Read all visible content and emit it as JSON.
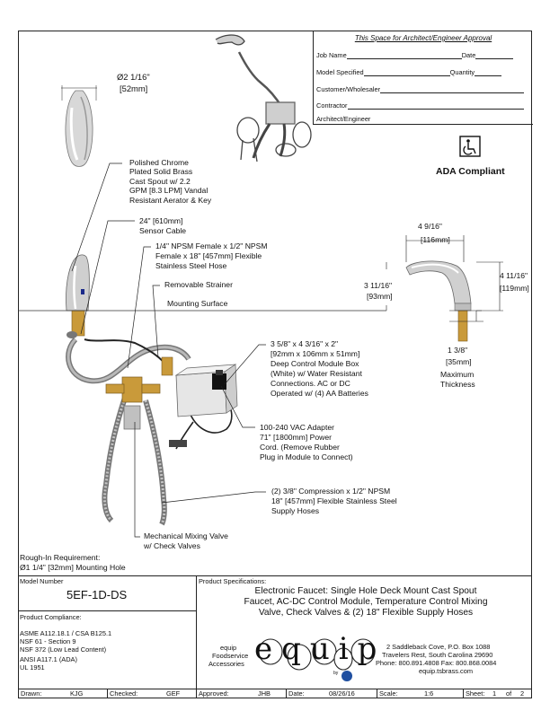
{
  "approval": {
    "title": "This Space for Architect/Engineer Approval",
    "job_name": "Job Name",
    "date": "Date",
    "model_specified": "Model Specified",
    "quantity": "Quantity",
    "customer": "Customer/Wholesaler",
    "contractor": "Contractor",
    "architect": "Architect/Engineer"
  },
  "ada": {
    "label": "ADA Compliant",
    "icon": "wheelchair-icon"
  },
  "callouts": {
    "spout_dia": "Ø2 1/16\"",
    "spout_dia_mm": "[52mm]",
    "spout": [
      "Polished Chrome",
      "Plated Solid Brass",
      "Cast Spout w/ 2.2",
      "GPM [8.3 LPM] Vandal",
      "Resistant Aerator & Key"
    ],
    "sensor": [
      "24\" [610mm]",
      "Sensor Cable"
    ],
    "hose": [
      "1/4\" NPSM Female x 1/2\" NPSM",
      "Female x 18\" [457mm] Flexible",
      "Stainless Steel Hose"
    ],
    "strainer": "Removable Strainer",
    "mounting": "Mounting Surface",
    "box": [
      "3 5/8\" x 4 3/16\" x 2\"",
      "[92mm x 106mm x 51mm]",
      "Deep Control Module Box",
      "(White) w/ Water Resistant",
      "Connections. AC or DC",
      "Operated w/ (4) AA Batteries"
    ],
    "adapter": [
      "100-240 VAC Adapter",
      "71\" [1800mm] Power",
      "Cord. (Remove Rubber",
      "Plug in Module to Connect)"
    ],
    "supply": [
      "(2) 3/8\" Compression x 1/2\" NPSM",
      "18\" [457mm] Flexible Stainless Steel",
      "Supply Hoses"
    ],
    "valve": [
      "Mechanical Mixing Valve",
      "w/ Check Valves"
    ],
    "roughin": [
      "Rough-In Requirement:",
      "Ø1 1/4\" [32mm] Mounting Hole"
    ]
  },
  "dims": {
    "reach": "4 9/16\"",
    "reach_mm": "[116mm]",
    "height": "4 11/16\"",
    "height_mm": "[119mm]",
    "deck": "3 11/16\"",
    "deck_mm": "[93mm]",
    "thick": "1 3/8\"",
    "thick_mm": "[35mm]",
    "thick_label": [
      "Maximum",
      "Thickness"
    ]
  },
  "titleblock": {
    "model_number_label": "Model Number",
    "model_number": "5EF-1D-DS",
    "compliance_label": "Product Compliance:",
    "compliance": [
      "ASME A112.18.1 / CSA B125.1",
      "NSF 61 - Section 9",
      "NSF 372 (Low Lead Content)",
      "ANSI A117.1 (ADA)",
      "UL 1951"
    ],
    "spec_label": "Product Specifications:",
    "spec": [
      "Electronic Faucet: Single Hole Deck Mount Cast Spout",
      "Faucet, AC-DC Control Module, Temperature Control Mixing",
      "Valve, Check Valves & (2) 18\" Flexible Supply Hoses"
    ],
    "brand_side": [
      "equip",
      "Foodservice",
      "Accessories"
    ],
    "logo_text": "equip",
    "logo_by": "by",
    "address": [
      "2 Saddleback Cove, P.O. Box 1088",
      "Travelers Rest, South Carolina 29690",
      "Phone: 800.891.4808  Fax: 800.868.0084",
      "equip.tsbrass.com"
    ]
  },
  "footer": {
    "drawn_label": "Drawn:",
    "drawn": "KJG",
    "checked_label": "Checked:",
    "checked": "GEF",
    "approved_label": "Approved:",
    "approved": "JHB",
    "date_label": "Date:",
    "date": "08/26/16",
    "scale_label": "Scale:",
    "scale": "1:6",
    "sheet_label": "Sheet:",
    "sheet": "1",
    "of": "of",
    "sheets": "2"
  }
}
